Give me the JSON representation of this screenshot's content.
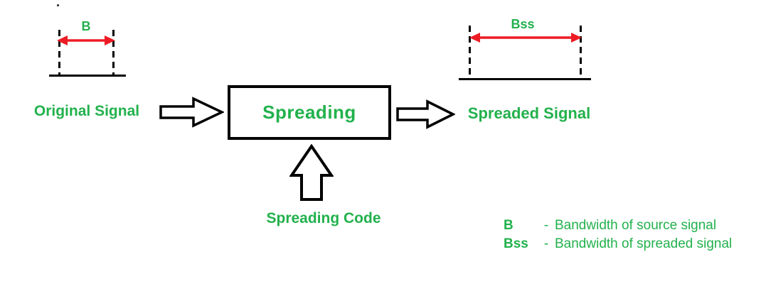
{
  "colors": {
    "green": "#22b14c",
    "red": "#ed1c24",
    "line": "#000000",
    "background": "#ffffff"
  },
  "stray_mark": ".",
  "source_signal": {
    "bandwidth_label": "B",
    "caption": "Original Signal"
  },
  "process": {
    "box_label": "Spreading",
    "input_caption": "Spreading Code"
  },
  "spread_signal": {
    "bandwidth_label": "Bss",
    "caption": "Spreaded Signal"
  },
  "legend": {
    "rows": [
      {
        "term": "B",
        "separator": "-",
        "description": "Bandwidth of source signal"
      },
      {
        "term": "Bss",
        "separator": "-",
        "description": "Bandwidth of spreaded signal"
      }
    ]
  }
}
